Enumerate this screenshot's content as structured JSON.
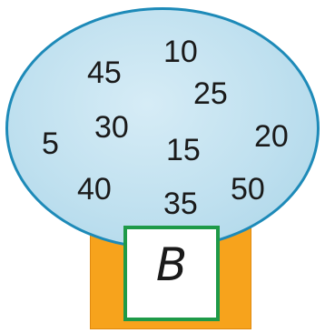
{
  "numbers": [
    "10",
    "45",
    "25",
    "5",
    "30",
    "15",
    "20",
    "40",
    "35",
    "50"
  ],
  "box_label": "B",
  "colors": {
    "bubble_fill": "#bfe0ef",
    "bubble_border": "#1d8ab8",
    "stand": "#f7a31c",
    "label_border": "#1e9a48"
  }
}
